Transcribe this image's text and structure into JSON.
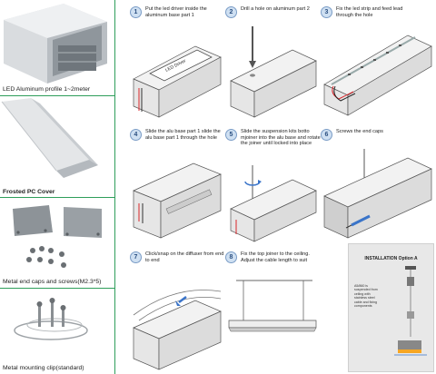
{
  "parts": [
    {
      "caption": "LED Aluminum profile 1~2meter"
    },
    {
      "caption": "Frosted PC Cover"
    },
    {
      "caption": "Metal end caps and screws(M2.3*5)"
    },
    {
      "caption": "Metal mounting clip(standard)"
    }
  ],
  "steps": [
    {
      "num": "1",
      "text": "Put the led driver inside the aluminum base part 1",
      "driver_label": "LED Driver"
    },
    {
      "num": "2",
      "text": "Drill a hole on aluminum part 2"
    },
    {
      "num": "3",
      "text": "Fix the led strip and feed lead through the hole"
    },
    {
      "num": "4",
      "text": "Slide the alu base part 1 slide the alu base part 1 through the hole"
    },
    {
      "num": "5",
      "text": "Slide the suspension kits botto mjoiner into the alu base and rotate the joiner until locked into place"
    },
    {
      "num": "6",
      "text": "Screws the end caps"
    },
    {
      "num": "7",
      "text": "Click/snap on the diffuser from end to end"
    },
    {
      "num": "8",
      "text": "Fix the top joiner to the ceiling. Adjust the cable length to suit"
    }
  ],
  "installation": {
    "title": "INSTALLATION Option A",
    "note": "A5/860 is suspended from ceiling with stainless steel cable and fixing components"
  },
  "colors": {
    "divider": "#2e9e5a",
    "step_badge": "#cfe0f2",
    "strip_red": "#d9262b",
    "arrow_blue": "#3a74c9"
  }
}
